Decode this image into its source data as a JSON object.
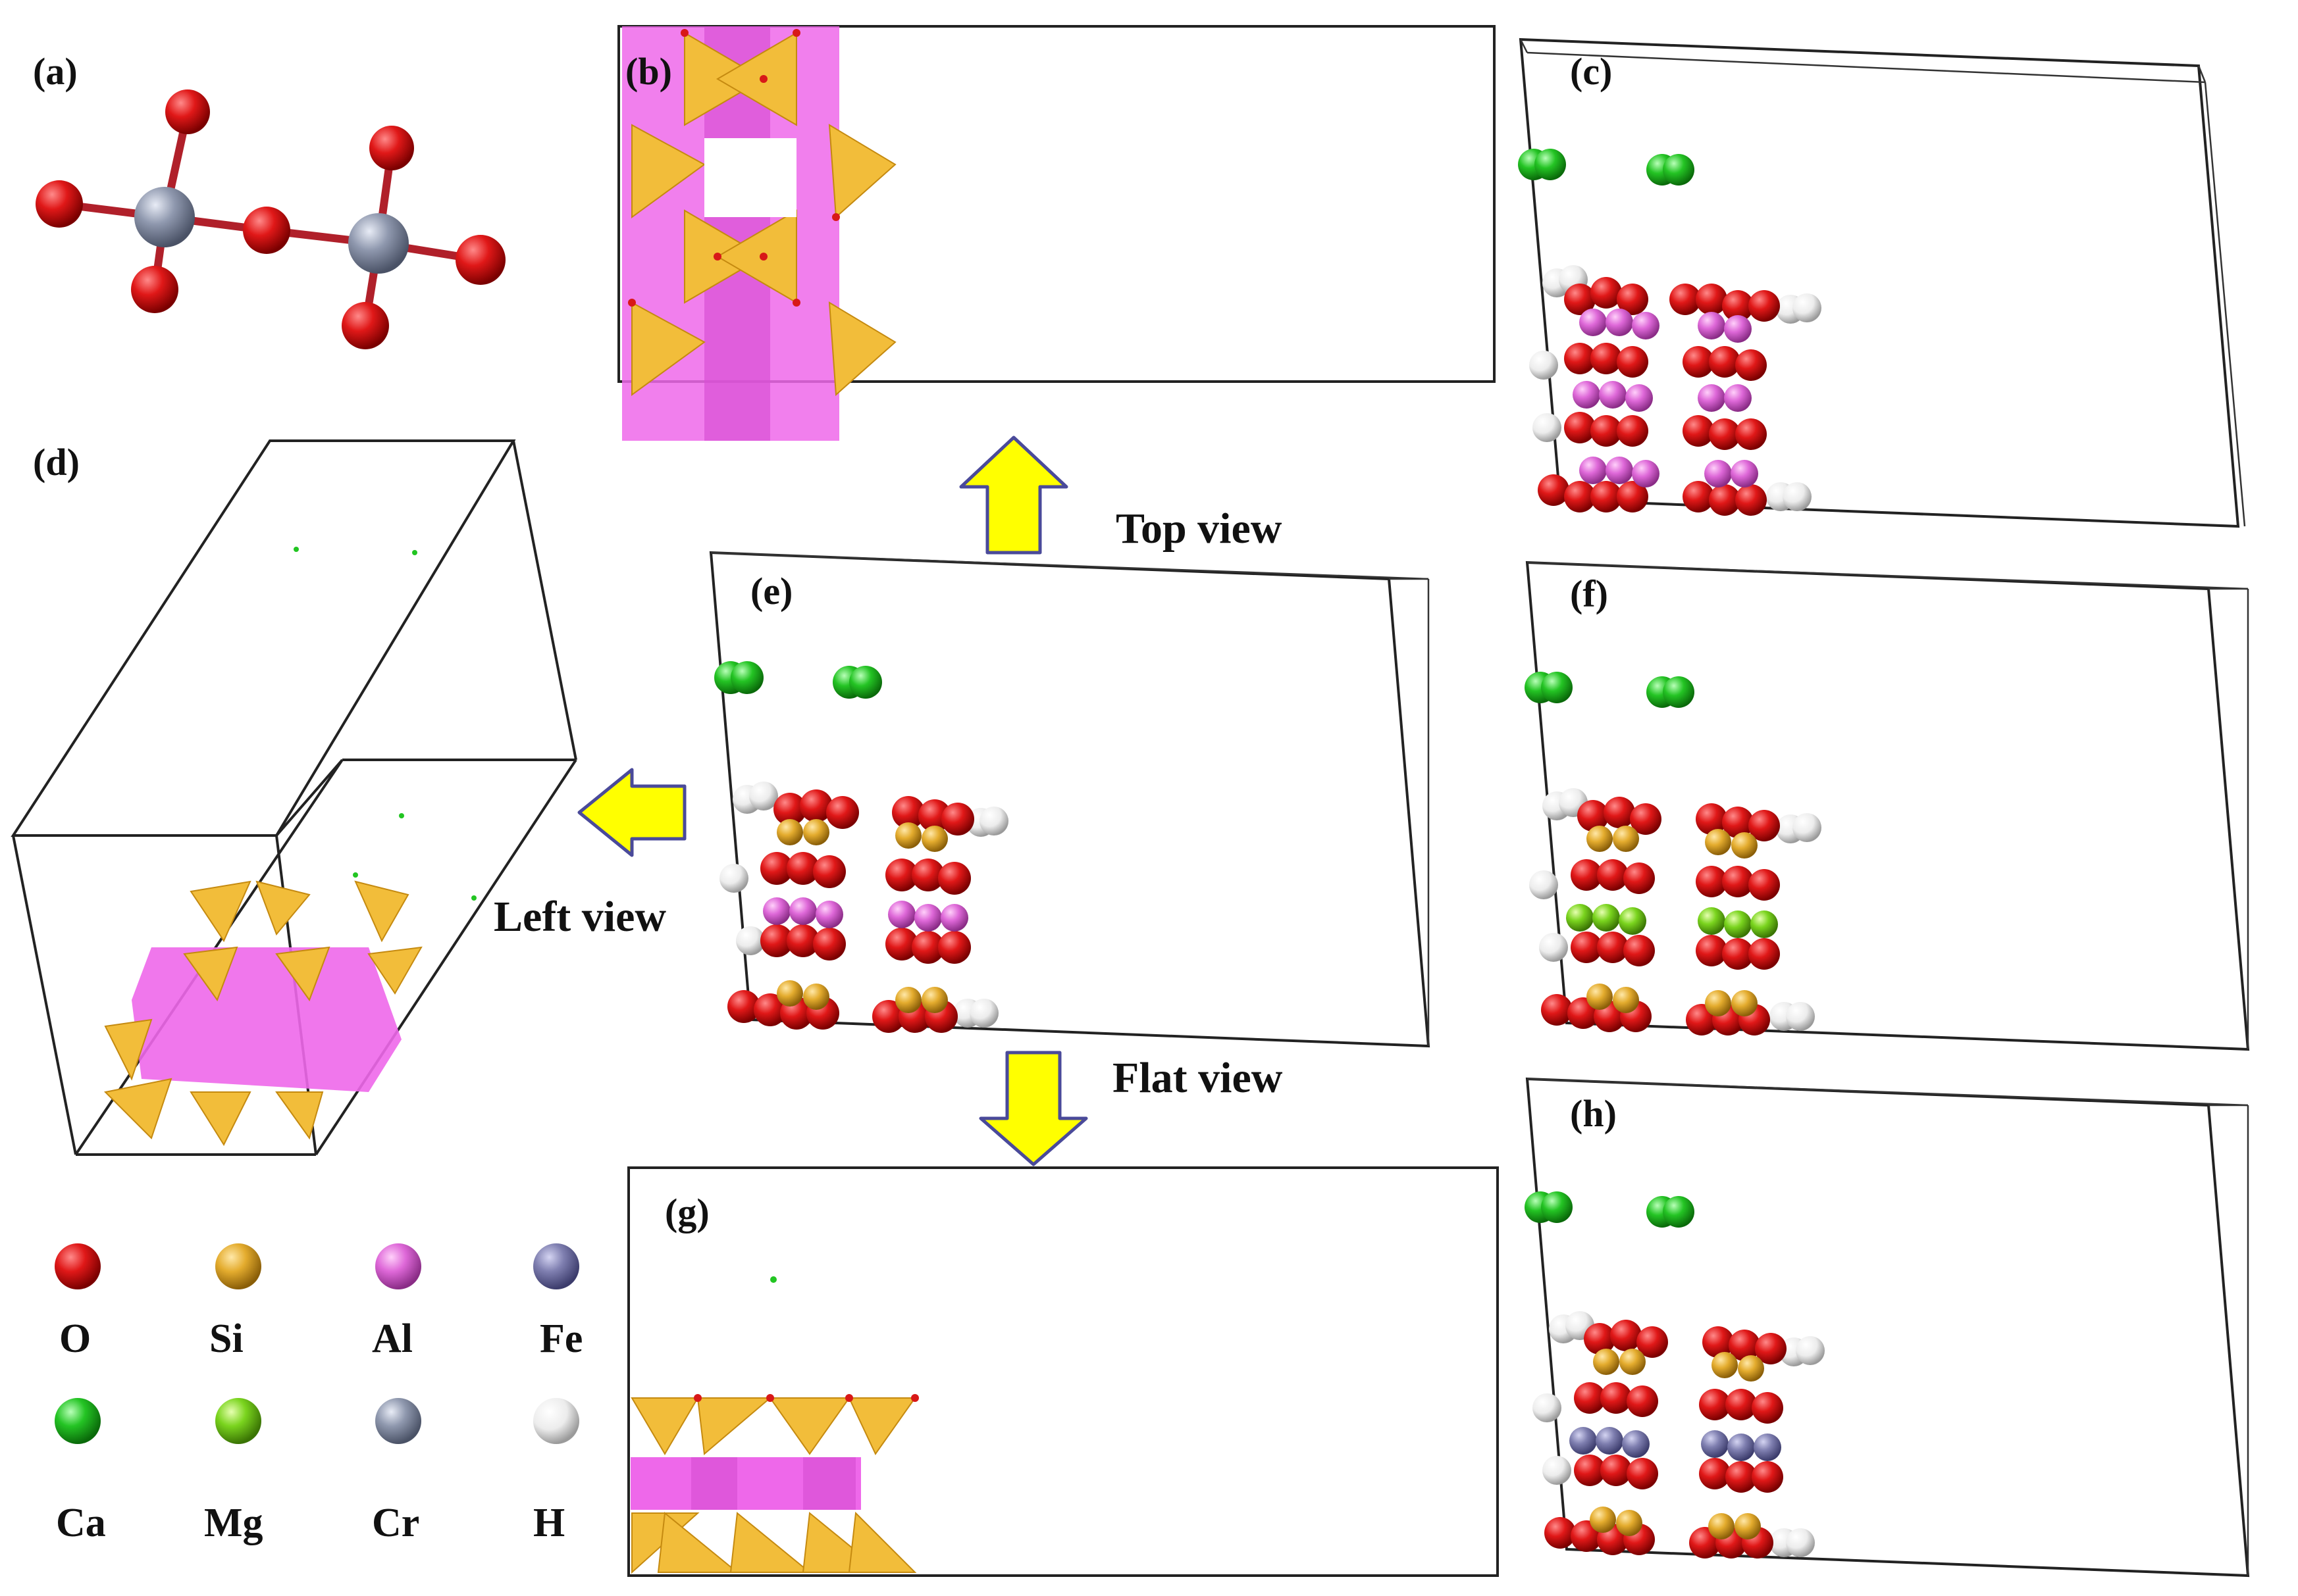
{
  "panels": {
    "a": "(a)",
    "b": "(b)",
    "c": "(c)",
    "d": "(d)",
    "e": "(e)",
    "f": "(f)",
    "g": "(g)",
    "h": "(h)"
  },
  "arrows": {
    "top": "Top view",
    "left": "Left view",
    "flat": "Flat view"
  },
  "legend": [
    {
      "symbol": "O",
      "color": "#d81818"
    },
    {
      "symbol": "Si",
      "color": "#e4ac2e"
    },
    {
      "symbol": "Al",
      "color": "#e06ad8"
    },
    {
      "symbol": "Fe",
      "color": "#7f7fb0"
    },
    {
      "symbol": "Ca",
      "color": "#22c522"
    },
    {
      "symbol": "Mg",
      "color": "#7ad41e"
    },
    {
      "symbol": "Cr",
      "color": "#8f98ae"
    },
    {
      "symbol": "H",
      "color": "#f0f0f0"
    }
  ],
  "colors": {
    "oxygen": "#d81818",
    "silicon": "#e4ac2e",
    "aluminum": "#e06ad8",
    "iron": "#7f7fb0",
    "calcium": "#22c522",
    "magnesium": "#7ad41e",
    "chromium": "#8f98ae",
    "hydrogen": "#f0f0f0",
    "arrow": "#ffff00",
    "tetrahedron": "#f2bd3a",
    "octahedron": "#ee68ea"
  }
}
